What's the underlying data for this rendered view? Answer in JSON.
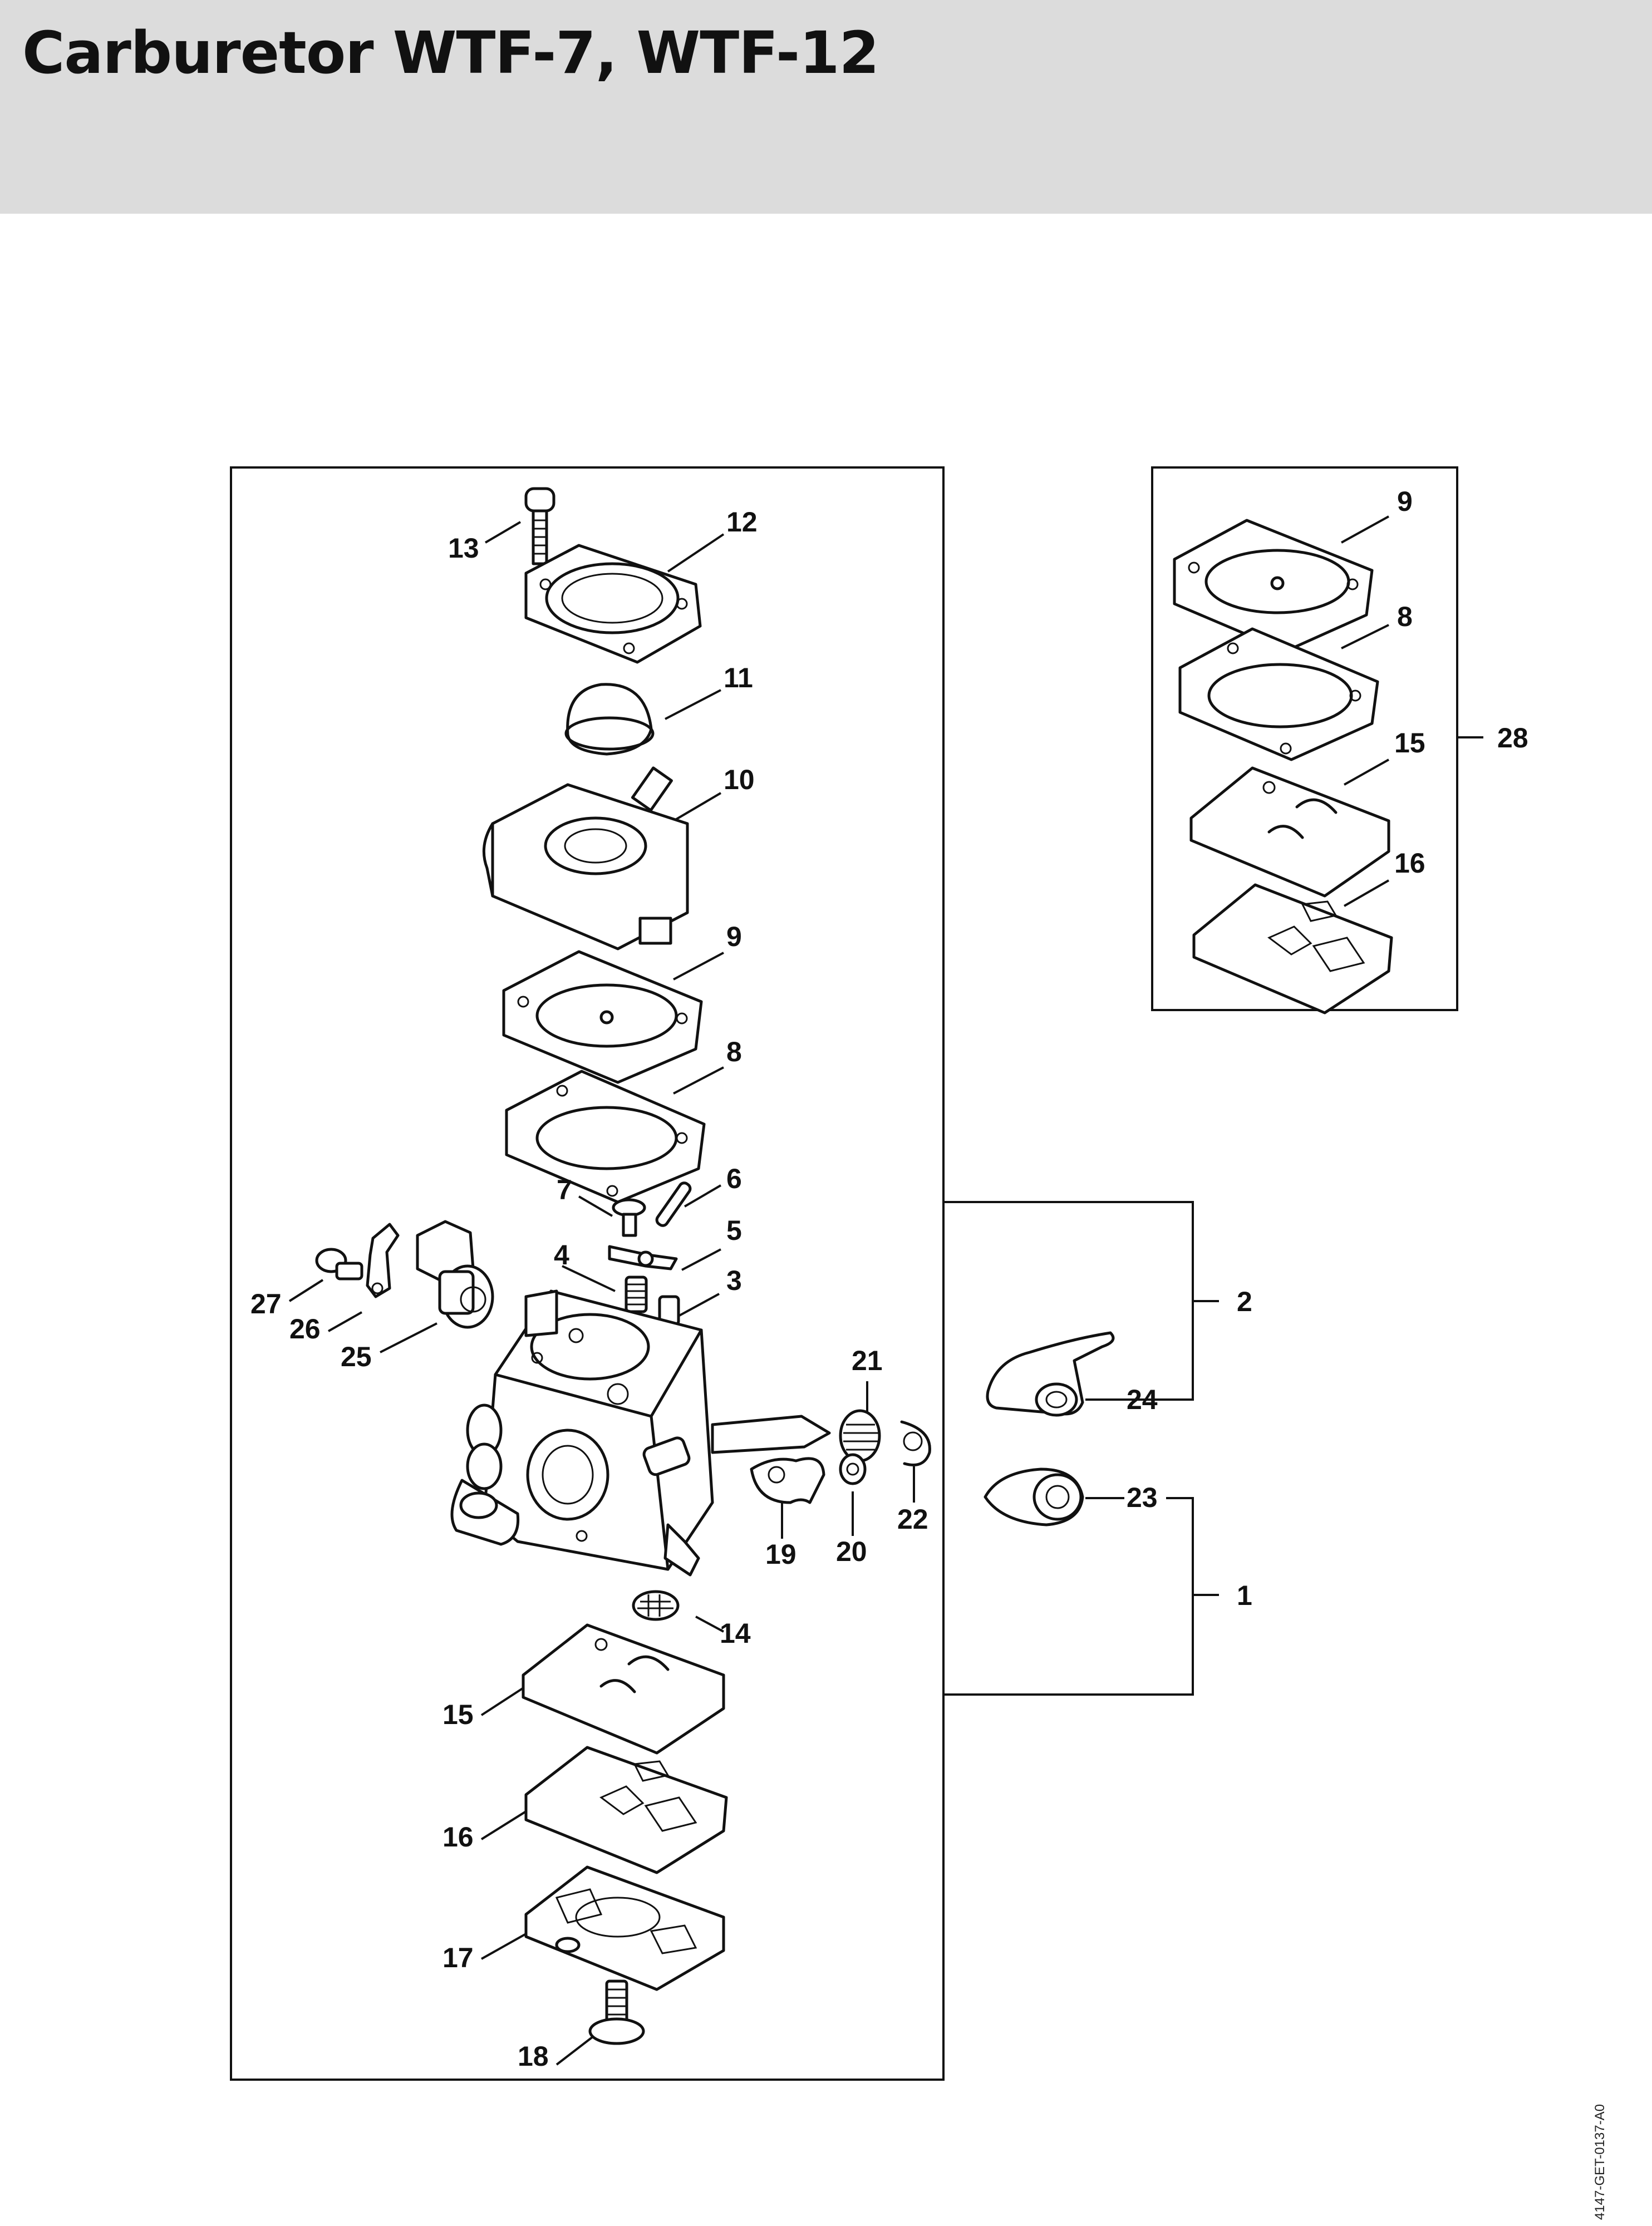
{
  "title": "Carburetor WTF-7, WTF-12",
  "image_code": "4147-GET-0137-A0",
  "callouts": [
    {
      "id": "13",
      "label": "13"
    },
    {
      "id": "12",
      "label": "12"
    },
    {
      "id": "11",
      "label": "11"
    },
    {
      "id": "10",
      "label": "10"
    },
    {
      "id": "9",
      "label": "9"
    },
    {
      "id": "8",
      "label": "8"
    },
    {
      "id": "7",
      "label": "7"
    },
    {
      "id": "6",
      "label": "6"
    },
    {
      "id": "5",
      "label": "5"
    },
    {
      "id": "4",
      "label": "4"
    },
    {
      "id": "3",
      "label": "3"
    },
    {
      "id": "27",
      "label": "27"
    },
    {
      "id": "26",
      "label": "26"
    },
    {
      "id": "25",
      "label": "25"
    },
    {
      "id": "21",
      "label": "21"
    },
    {
      "id": "19",
      "label": "19"
    },
    {
      "id": "20",
      "label": "20"
    },
    {
      "id": "22",
      "label": "22"
    },
    {
      "id": "14",
      "label": "14"
    },
    {
      "id": "15",
      "label": "15"
    },
    {
      "id": "16",
      "label": "16"
    },
    {
      "id": "17",
      "label": "17"
    },
    {
      "id": "18",
      "label": "18"
    },
    {
      "id": "24",
      "label": "24"
    },
    {
      "id": "2",
      "label": "2"
    },
    {
      "id": "23",
      "label": "23"
    },
    {
      "id": "1",
      "label": "1"
    }
  ],
  "kit_callouts": [
    {
      "id": "9",
      "label": "9"
    },
    {
      "id": "8",
      "label": "8"
    },
    {
      "id": "15",
      "label": "15"
    },
    {
      "id": "16",
      "label": "16"
    },
    {
      "id": "28",
      "label": "28"
    }
  ]
}
